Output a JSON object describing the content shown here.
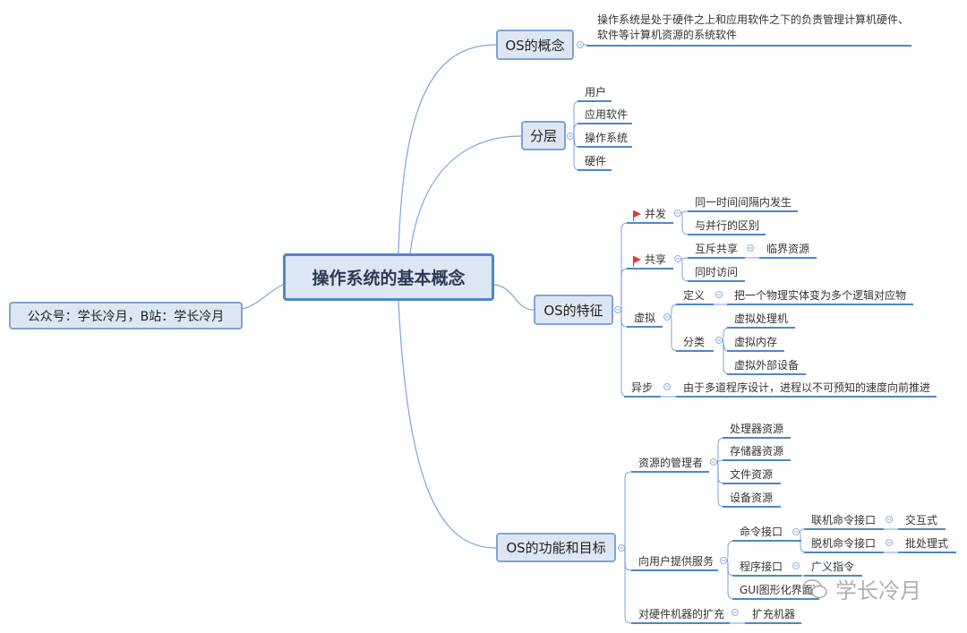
{
  "central": "操作系统的基本概念",
  "side_note": "公众号：学长冷月，B站：学长冷月",
  "branches": {
    "concept": {
      "label": "OS的概念",
      "definition": "操作系统是处于硬件之上和应用软件之下的负责管理计算机硬件、软件等计算机资源的系统软件"
    },
    "layers": {
      "label": "分层",
      "items": [
        "用户",
        "应用软件",
        "操作系统",
        "硬件"
      ]
    },
    "features": {
      "label": "OS的特征",
      "concurrency": {
        "label": "并发",
        "items": [
          "同一时间间隔内发生",
          "与并行的区别"
        ]
      },
      "sharing": {
        "label": "共享",
        "mutex": "互斥共享",
        "critical": "临界资源",
        "simultaneous": "同时访问"
      },
      "virtual": {
        "label": "虚拟",
        "def_label": "定义",
        "def_text": "把一个物理实体变为多个逻辑对应物",
        "class_label": "分类",
        "classes": [
          "虚拟处理机",
          "虚拟内存",
          "虚拟外部设备"
        ]
      },
      "async": {
        "label": "异步",
        "text": "由于多道程序设计，进程以不可预知的速度向前推进"
      }
    },
    "functions": {
      "label": "OS的功能和目标",
      "manager": {
        "label": "资源的管理者",
        "items": [
          "处理器资源",
          "存储器资源",
          "文件资源",
          "设备资源"
        ]
      },
      "service": {
        "label": "向用户提供服务",
        "command": "命令接口",
        "online": "联机命令接口",
        "interactive": "交互式",
        "offline": "脱机命令接口",
        "batch": "批处理式",
        "program": "程序接口",
        "generalized": "广义指令",
        "gui": "GUI图形化界面"
      },
      "extension": {
        "label": "对硬件机器的扩充",
        "item": "扩充机器"
      }
    }
  },
  "watermark": "学长冷月",
  "colors": {
    "line": "#4f86cc",
    "box_fill": "#dde7f3",
    "box_border": "#7ea3d6",
    "flag": "#e23b3b"
  }
}
